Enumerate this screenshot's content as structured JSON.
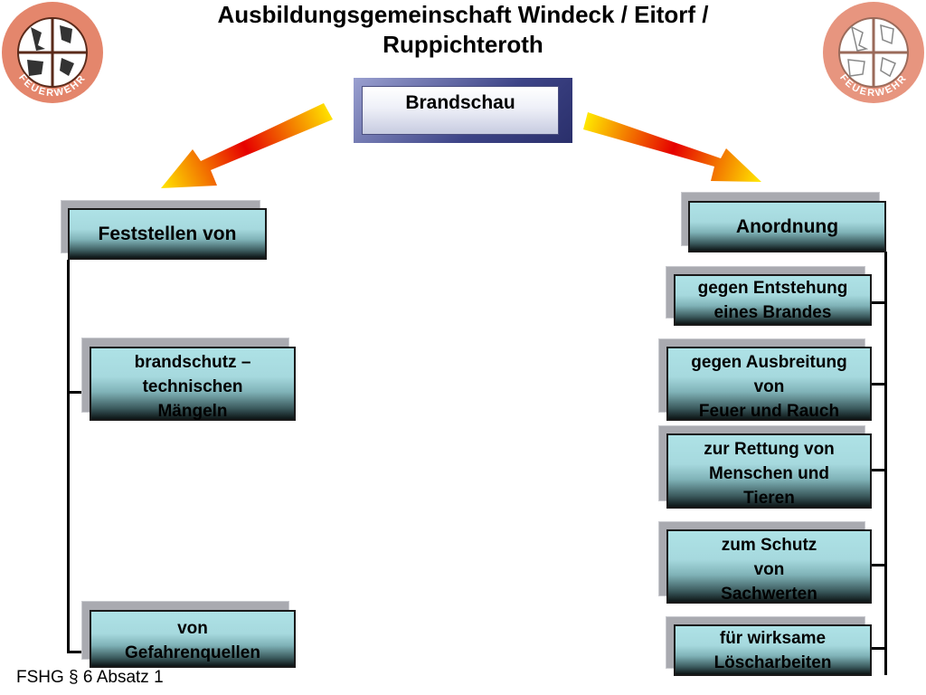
{
  "title": "Ausbildungsgemeinschaft Windeck / Eitorf / Ruppichteroth",
  "logo_text": "FEUERWEHR",
  "top_box": "Brandschau",
  "left_header": "Feststellen von",
  "left_items": [
    {
      "lines": [
        "brandschutz –",
        "technischen",
        "Mängeln"
      ]
    },
    {
      "lines": [
        "von",
        "Gefahrenquellen"
      ]
    }
  ],
  "right_header": "Anordnung",
  "right_items": [
    {
      "lines": [
        "gegen Entstehung",
        "eines Brandes"
      ]
    },
    {
      "lines": [
        "gegen Ausbreitung",
        "von",
        "Feuer und Rauch"
      ]
    },
    {
      "lines": [
        "zur Rettung von",
        "Menschen und",
        "Tieren"
      ]
    },
    {
      "lines": [
        "zum Schutz",
        "von",
        "Sachwerten"
      ]
    },
    {
      "lines": [
        "für wirksame",
        "Löscharbeiten"
      ]
    }
  ],
  "footer": "FSHG § 6 Absatz 1",
  "colors": {
    "box_face": "#a6d9de",
    "arrow_start": "#ffe600",
    "arrow_mid": "#e60000",
    "logo": "#e07a5f"
  }
}
